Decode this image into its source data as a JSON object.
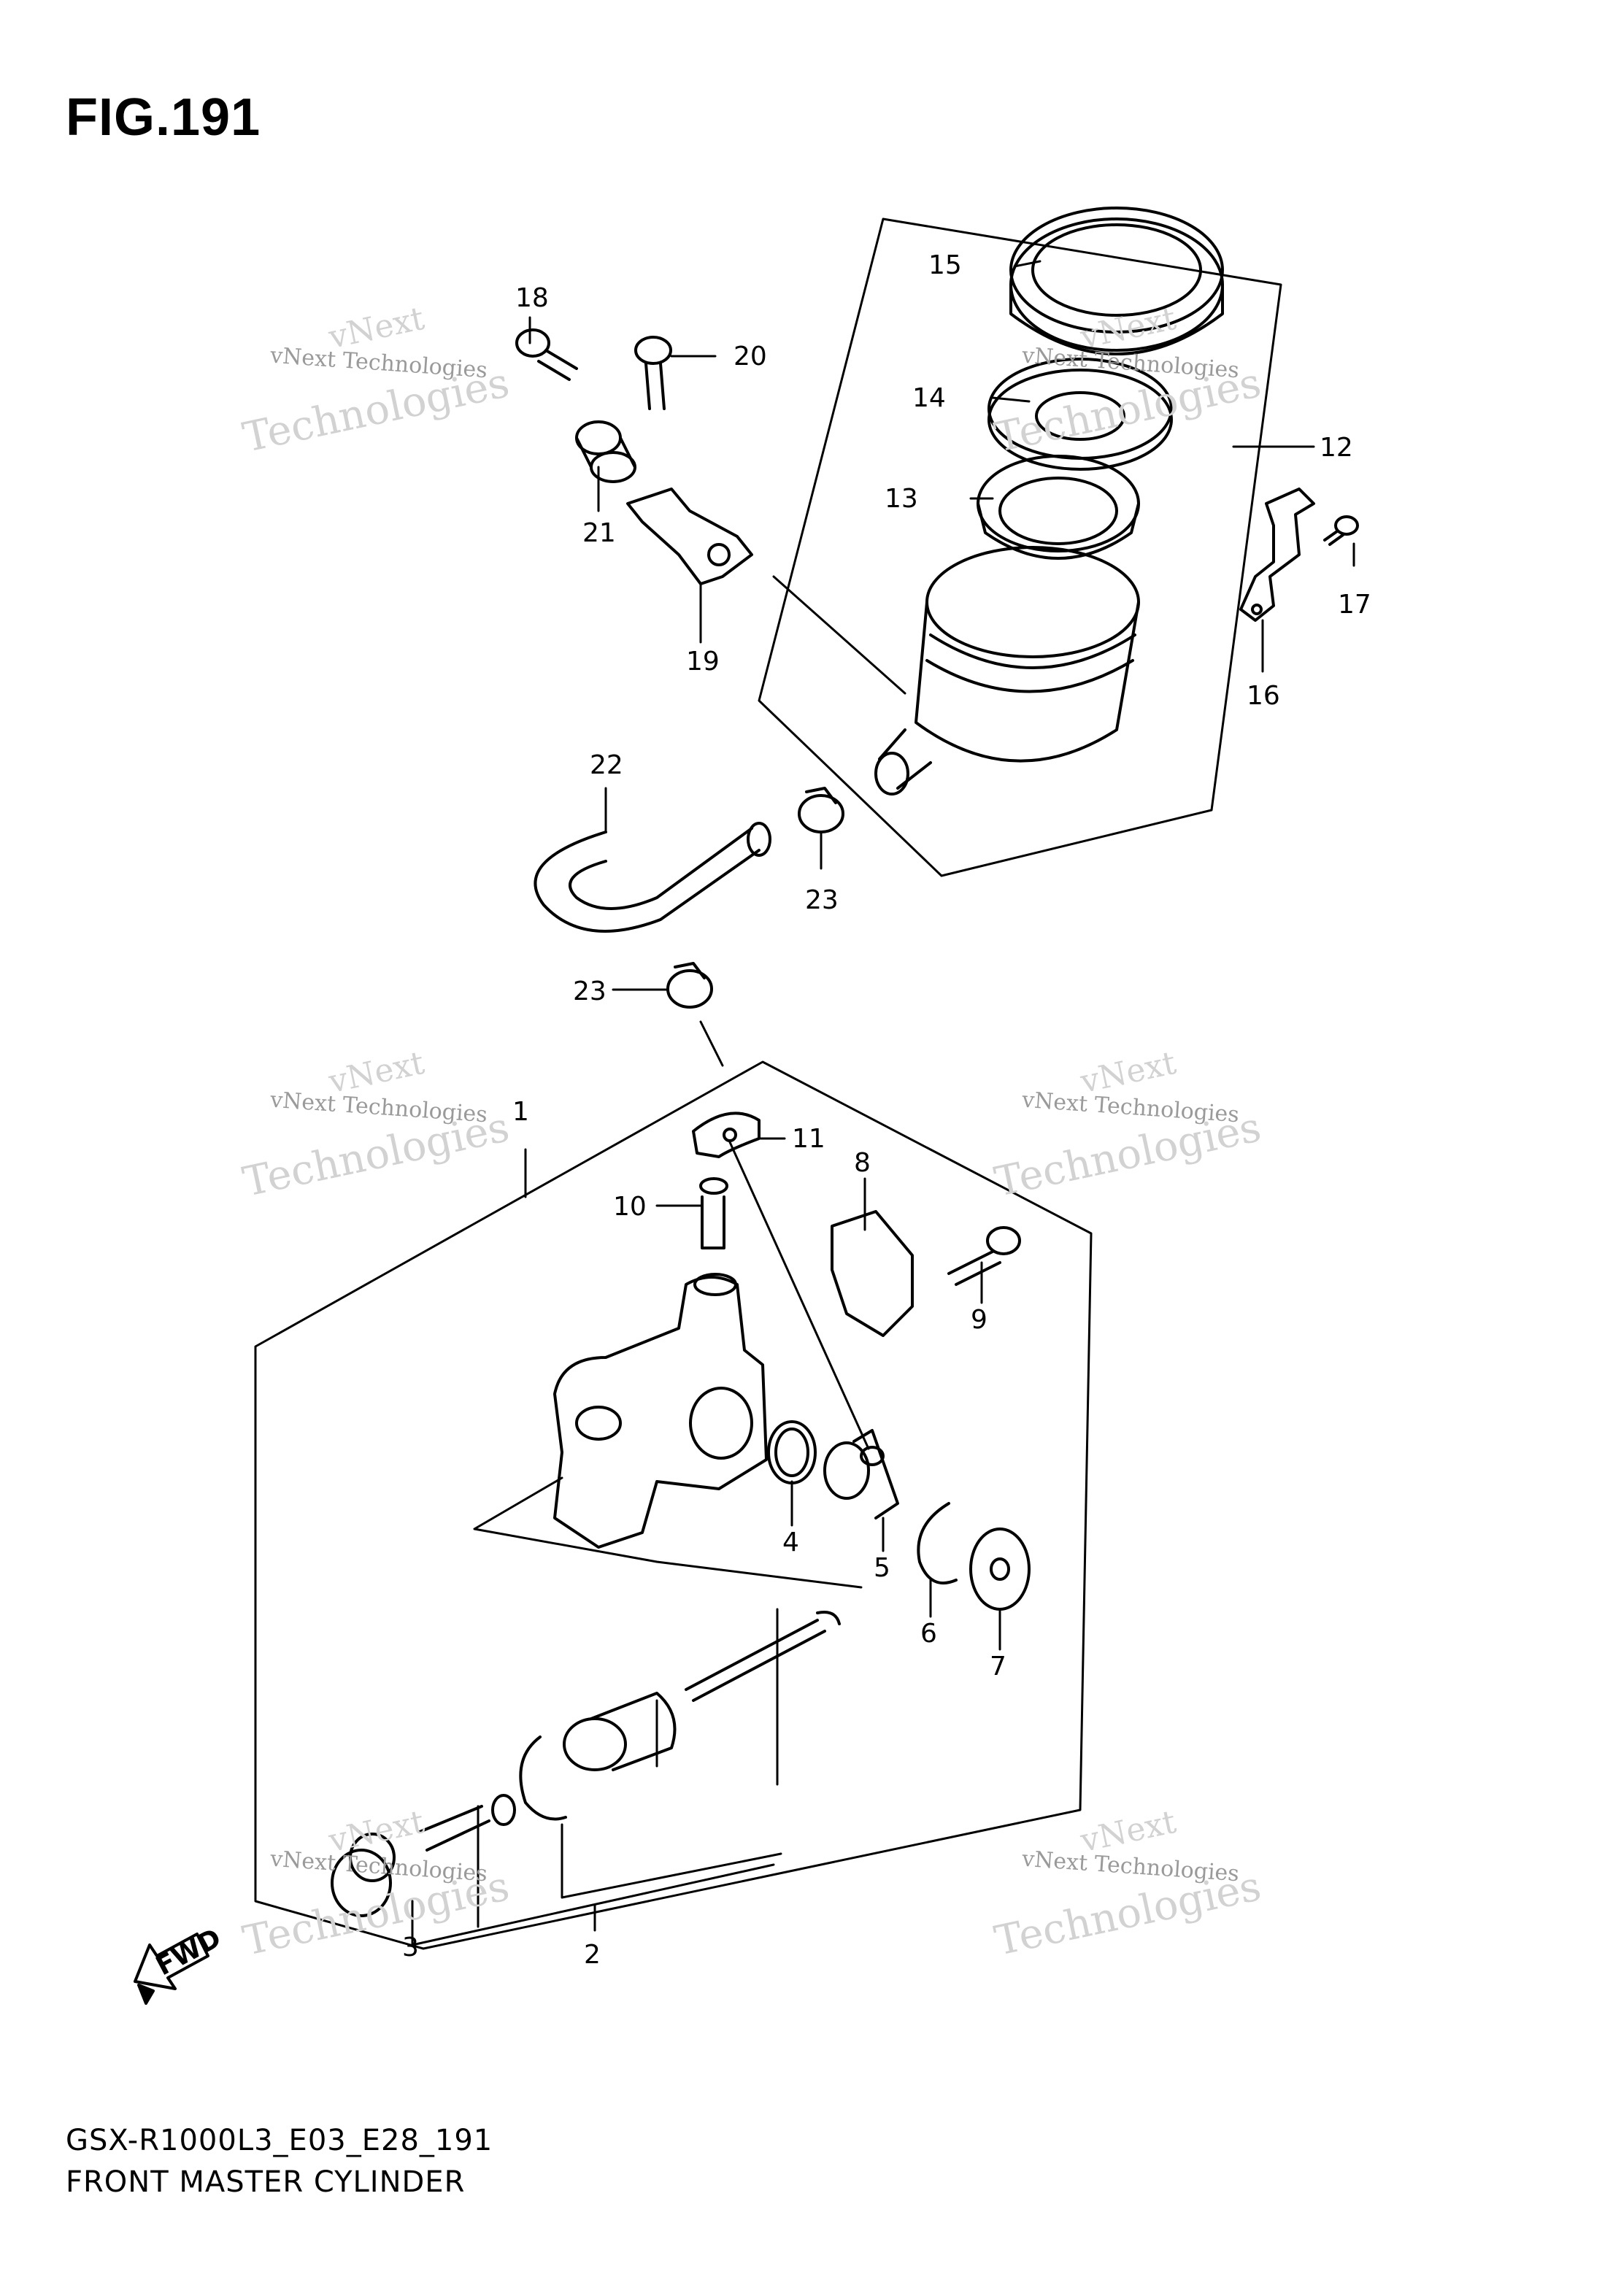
{
  "figure": {
    "title": "FIG.191",
    "model_code": "GSX-R1000L3_E03_E28_191",
    "name": "FRONT MASTER CYLINDER"
  },
  "watermark": {
    "line1": "vNext",
    "line2": "vNext Technologies",
    "line3": "Technologies"
  },
  "callouts": [
    "1",
    "2",
    "3",
    "4",
    "5",
    "6",
    "7",
    "8",
    "9",
    "10",
    "11",
    "12",
    "13",
    "14",
    "15",
    "16",
    "17",
    "18",
    "19",
    "20",
    "21",
    "22",
    "23",
    "23"
  ],
  "fwd_label": "FWD",
  "colors": {
    "line": "#000000",
    "watermark": "#c9c9c9",
    "background": "#ffffff"
  }
}
